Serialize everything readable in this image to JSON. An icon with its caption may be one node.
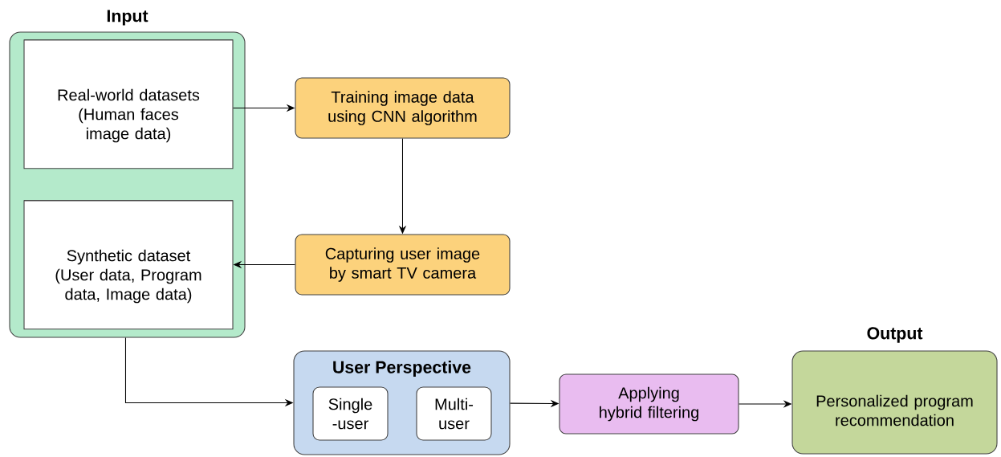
{
  "diagram": {
    "nodes": [
      {
        "text": [
          "Input"
        ]
      },
      {
        "text": [
          "Real-world datasets (Human faces image data)"
        ],
        "in": 0
      },
      {
        "text": [
          "Synthetic dataset (User data, Program data, Image data)"
        ],
        "in": 0
      },
      {
        "text": [
          "Training image data using CNN algorithm"
        ]
      },
      {
        "text": [
          "Capturing user image by smart TV camera"
        ]
      },
      {
        "text": [
          "User Perspective"
        ]
      },
      {
        "text": [
          "Single -user"
        ],
        "in": 5
      },
      {
        "text": [
          "Multi- user"
        ],
        "in": 5
      },
      {
        "text": [
          "Applying hybrid filtering"
        ]
      },
      {
        "text": [
          "Output",
          "Personalized program recommendation"
        ]
      }
    ],
    "edges": [
      {
        "from": 1,
        "to": 3,
        "arrow": "to"
      },
      {
        "from": 3,
        "to": 4,
        "arrow": "to"
      },
      {
        "from": 4,
        "to": 2,
        "arrow": "to"
      },
      {
        "from": 0,
        "to": 5,
        "arrow": "to"
      },
      {
        "from": 5,
        "to": 8,
        "arrow": "to"
      },
      {
        "from": 8,
        "to": 9,
        "arrow": "to"
      }
    ]
  }
}
